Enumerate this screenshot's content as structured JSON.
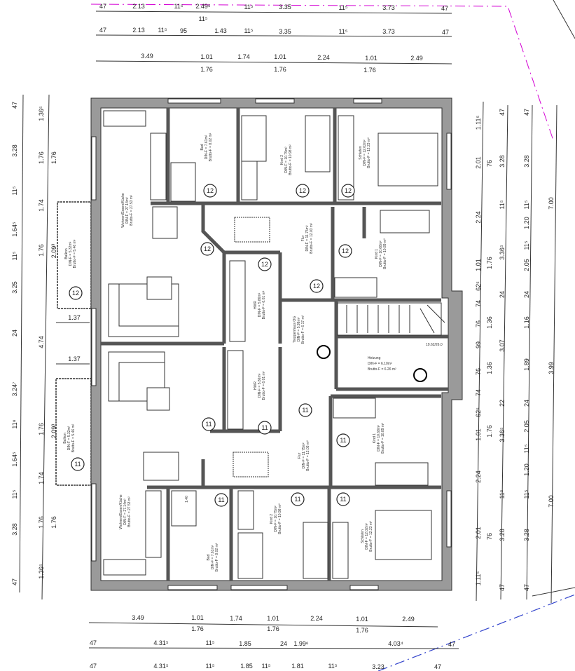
{
  "colors": {
    "wall": "#9a9a9a",
    "property_line_top": "#d400d4",
    "property_line_bottom": "#3344cc"
  },
  "unit_numbers": {
    "upper": "12",
    "lower": "11"
  },
  "stair_label": "19.62/26.0",
  "rooms": {
    "upper": {
      "wohnen": [
        "Wohnen/Essen/Küche",
        "DIN-F = 27.14m²",
        "Brutto-F = 27.53 m²"
      ],
      "bad": [
        "Bad",
        "DIN-F = 7.61m²",
        "Brutto-F = 8.02 m²"
      ],
      "kind2": [
        "Kind 2",
        "DIN-F = 10.75m²",
        "Brutto-F = 10.98 m²"
      ],
      "schlafen": [
        "Schlafen",
        "DIN-F = 12.02m²",
        "Brutto-F = 12.23 m²"
      ],
      "flur": [
        "Flur",
        "DIN-F = 11.75m²",
        "Brutto-F = 12.03 m²"
      ],
      "kind1": [
        "Kind 1",
        "DIN-F = 10.68m²",
        "Brutto-F = 10.89 m²"
      ],
      "hwr": [
        "HWR",
        "DIN-F = 5.86m²",
        "Brutto-F = 6.01 m²"
      ],
      "balkon": [
        "Balkon",
        "DIN-F = 5.32m²",
        "Brutto-F = 5.46 m²"
      ]
    },
    "lower": {
      "wohnen": [
        "Wohnen/Essen/Küche",
        "DIN-F = 27.14m²",
        "Brutto-F = 27.53 m²"
      ],
      "bad": [
        "Bad",
        "DIN-F = 7.61m²",
        "Brutto-F = 8.02 m²"
      ],
      "kind2": [
        "Kind 2",
        "DIN-F = 10.75m²",
        "Brutto-F = 10.98 m²"
      ],
      "schlafen": [
        "Schlafen",
        "DIN-F = 12.02m²",
        "Brutto-F = 12.23 m²"
      ],
      "flur": [
        "Flur",
        "DIN-F = 11.75m²",
        "Brutto-F = 12.03 m²"
      ],
      "kind1": [
        "Kind 1",
        "DIN-F = 10.68m²",
        "Brutto-F = 10.89 m²"
      ],
      "hwr": [
        "HWR",
        "DIN-F = 5.86m²",
        "Brutto-F = 6.01 m²"
      ],
      "balkon": [
        "Balkon",
        "DIN-F = 5.32m²",
        "Brutto-F = 5.46 m²"
      ]
    },
    "treppenhaus": [
      "Treppenhaus OG",
      "DIN-F = 5.99m²",
      "Brutto-F = 6.17 m²"
    ],
    "heizung": [
      "Heizung",
      "DIN-F = 6.10m²",
      "Brutto-F = 6.26 m²"
    ]
  },
  "bath_dim": "1.40",
  "dimensions": {
    "top_row1": [
      "47",
      "2.13",
      "11⁵",
      "2.49⁵",
      "11⁵",
      "3.35",
      "11⁵",
      "3.73",
      "47",
      "11⁵"
    ],
    "top_row2": [
      "47",
      "2.13",
      "11⁵",
      "95",
      "1.43",
      "11⁵",
      "3.35",
      "11⁵",
      "3.73",
      "47"
    ],
    "top_row3": [
      "3.49",
      "1.01",
      "1.74",
      "1.01",
      "2.24",
      "1.01",
      "2.49",
      "1.76",
      "1.76",
      "1.76"
    ],
    "bottom_row1": [
      "3.49",
      "1.01",
      "1.74",
      "1.01",
      "2.24",
      "1.01",
      "2.49",
      "1.76",
      "1.76",
      "1.76"
    ],
    "bottom_row2": [
      "47",
      "4.31⁵",
      "11⁵",
      "1.85",
      "24",
      "1.99⁶",
      "4.03⁴",
      "47"
    ],
    "bottom_row3": [
      "47",
      "4.31⁵",
      "11⁵",
      "1.85",
      "11⁵",
      "1.81",
      "11⁵",
      "3.23",
      "47"
    ],
    "left_col1": [
      "47",
      "3.28",
      "11⁵",
      "1.64⁵",
      "11⁵",
      "3.25",
      "24",
      "3.24⁷",
      "11⁸",
      "1.64⁵",
      "11⁵",
      "3.28",
      "47"
    ],
    "left_col2": [
      "1.36⁵",
      "1.76",
      "1.74",
      "1.76",
      "4.74",
      "1.76",
      "1.74",
      "1.76",
      "1.36⁵"
    ],
    "left_col3": [
      "1.76",
      "2.09³",
      "2.09³",
      "1.76"
    ],
    "balcony_width": [
      "1.37",
      "1.37"
    ],
    "right_col1": [
      "1.11⁵",
      "2.01",
      "2.24",
      "1.01",
      "62⁵",
      "74",
      "76",
      "99",
      "76",
      "74",
      "62⁵",
      "1.01",
      "2.24",
      "2.01",
      "1.11⁵"
    ],
    "right_col1b": [
      "76",
      "1.76",
      "1.36",
      "1.36",
      "1.76",
      "76"
    ],
    "right_col2": [
      "47",
      "3.28",
      "11⁵",
      "3.36⁵",
      "24",
      "3.07",
      "22",
      "3.36⁵",
      "11⁵",
      "3.28",
      "47"
    ],
    "right_col3": [
      "47",
      "3.28",
      "11⁵",
      "1.20",
      "11⁵",
      "2.05",
      "24",
      "1.16",
      "1.89",
      "24",
      "2.05",
      "11⁵",
      "1.20",
      "11⁵",
      "3.28",
      "47"
    ],
    "right_col4": [
      "7.00",
      "3.99",
      "7.00"
    ]
  }
}
